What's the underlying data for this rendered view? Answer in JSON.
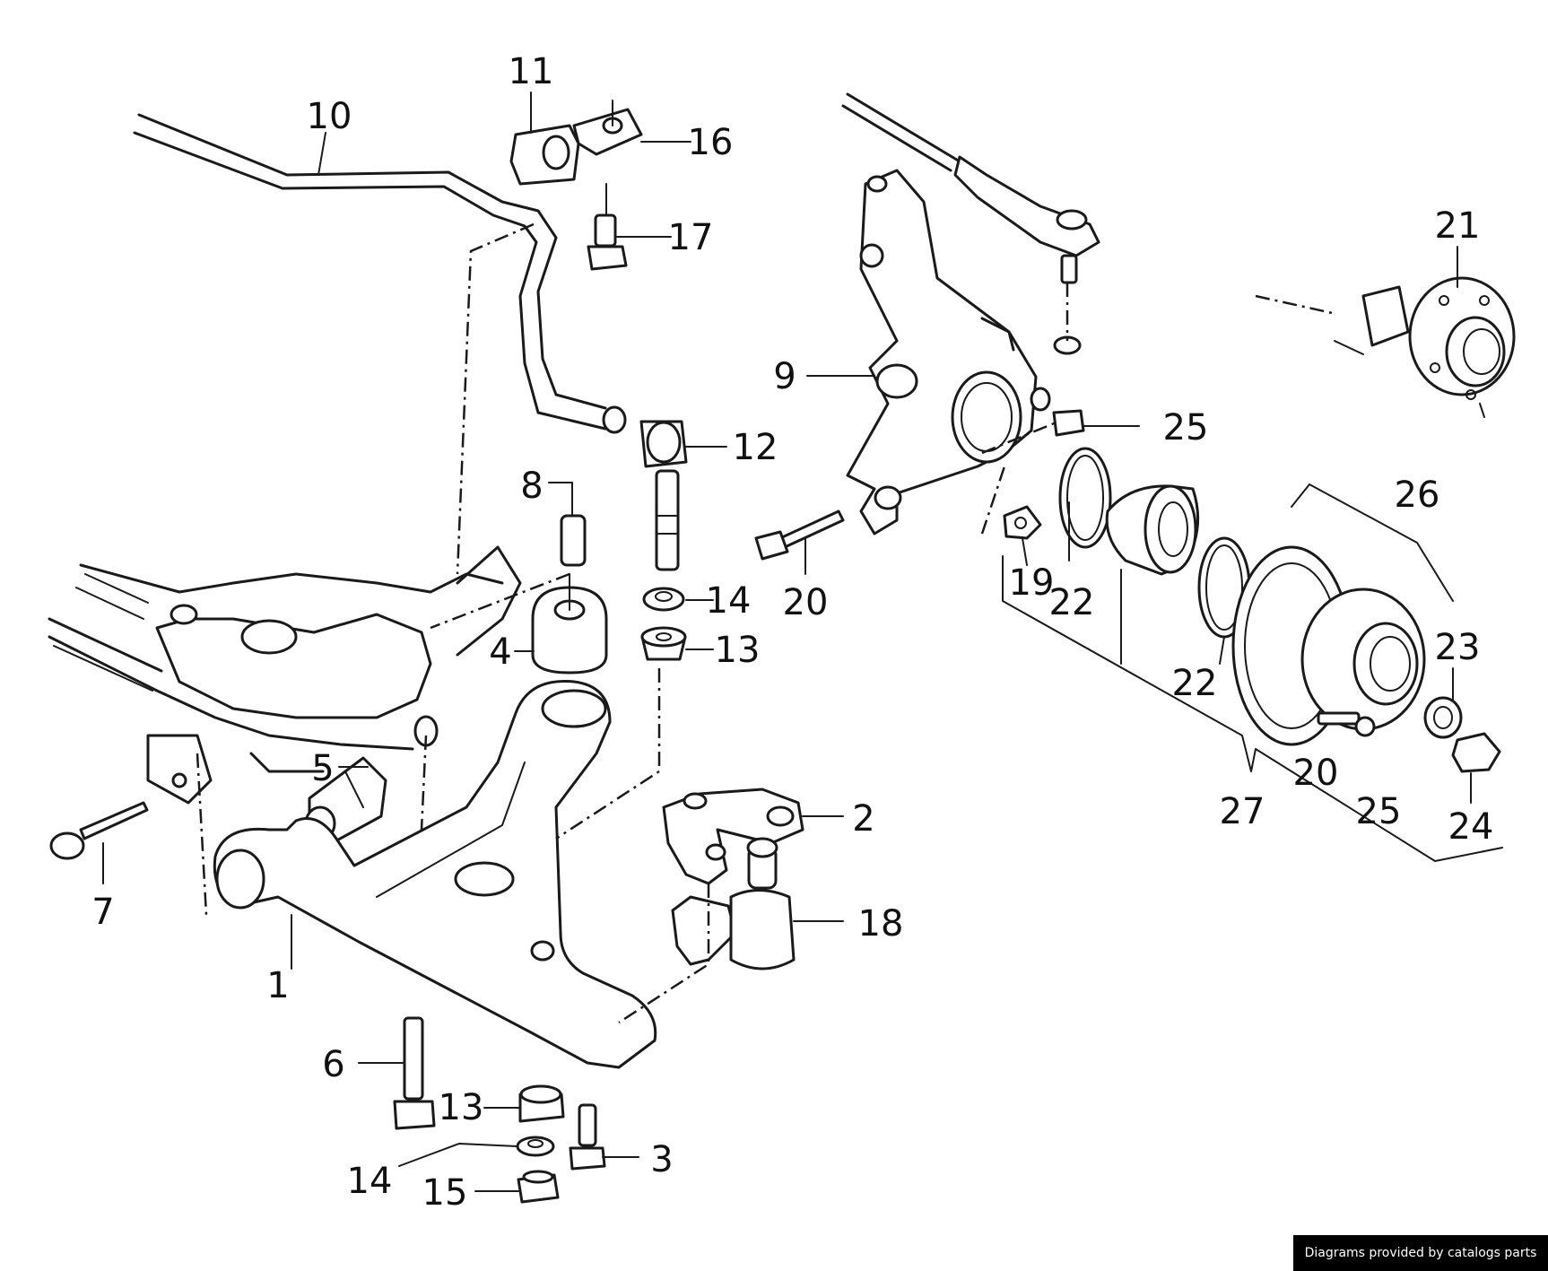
{
  "diagram": {
    "callouts": [
      {
        "id": "1",
        "text": "1"
      },
      {
        "id": "2",
        "text": "2"
      },
      {
        "id": "3",
        "text": "3"
      },
      {
        "id": "4",
        "text": "4"
      },
      {
        "id": "5",
        "text": "5"
      },
      {
        "id": "6",
        "text": "6"
      },
      {
        "id": "7",
        "text": "7"
      },
      {
        "id": "8",
        "text": "8"
      },
      {
        "id": "9",
        "text": "9"
      },
      {
        "id": "10",
        "text": "10"
      },
      {
        "id": "11",
        "text": "11"
      },
      {
        "id": "12",
        "text": "12"
      },
      {
        "id": "13a",
        "text": "13"
      },
      {
        "id": "13b",
        "text": "13"
      },
      {
        "id": "14a",
        "text": "14"
      },
      {
        "id": "14b",
        "text": "14"
      },
      {
        "id": "15",
        "text": "15"
      },
      {
        "id": "16",
        "text": "16"
      },
      {
        "id": "17",
        "text": "17"
      },
      {
        "id": "18",
        "text": "18"
      },
      {
        "id": "19",
        "text": "19"
      },
      {
        "id": "20a",
        "text": "20"
      },
      {
        "id": "20b",
        "text": "20"
      },
      {
        "id": "21",
        "text": "21"
      },
      {
        "id": "22a",
        "text": "22"
      },
      {
        "id": "22b",
        "text": "22"
      },
      {
        "id": "23",
        "text": "23"
      },
      {
        "id": "24",
        "text": "24"
      },
      {
        "id": "25a",
        "text": "25"
      },
      {
        "id": "25b",
        "text": "25"
      },
      {
        "id": "26",
        "text": "26"
      },
      {
        "id": "27",
        "text": "27"
      }
    ]
  },
  "footer": {
    "credit": "Diagrams provided by catalogs parts"
  }
}
